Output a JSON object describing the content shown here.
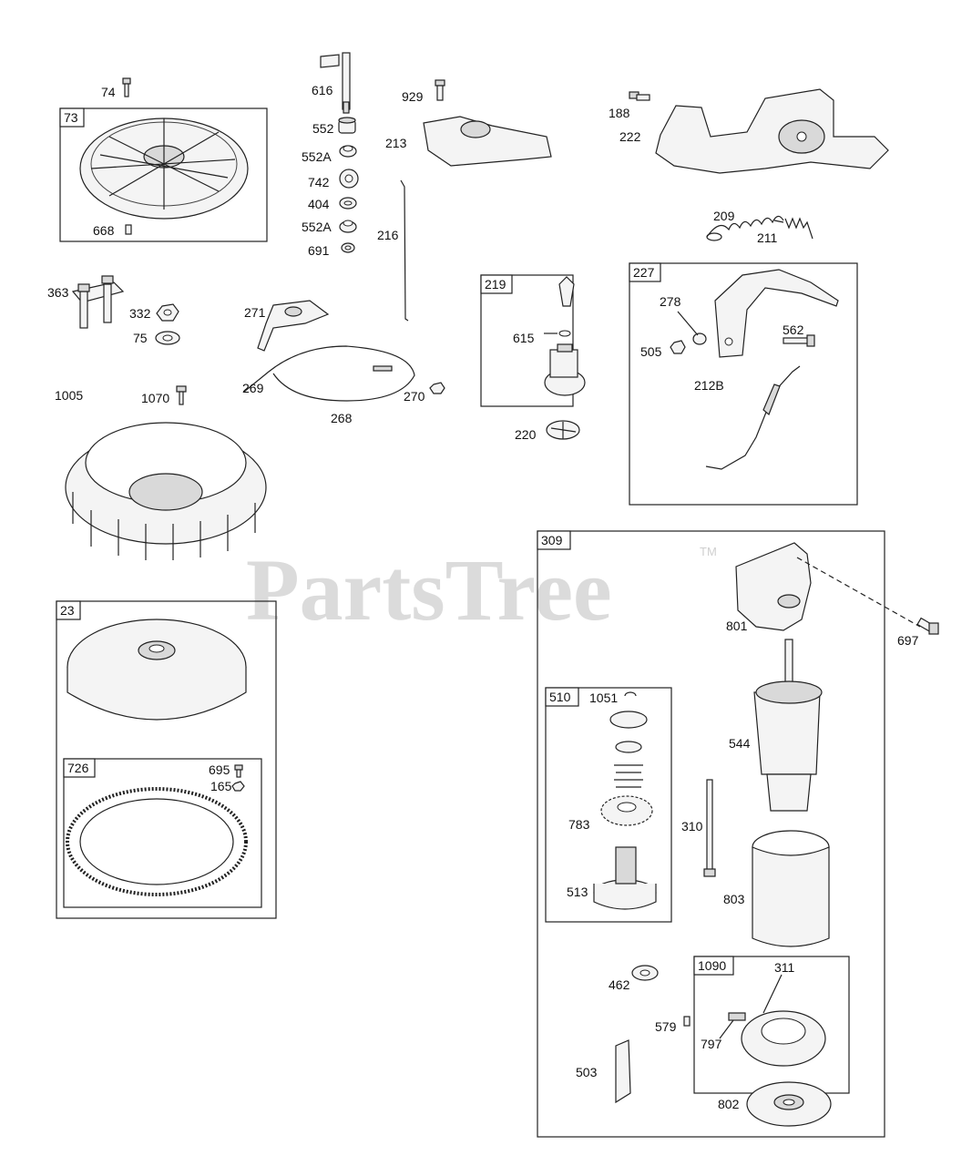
{
  "watermark": {
    "text": "PartsTree",
    "tm": "TM"
  },
  "boxes": [
    {
      "id": "73"
    },
    {
      "id": "219"
    },
    {
      "id": "227"
    },
    {
      "id": "23"
    },
    {
      "id": "726"
    },
    {
      "id": "309"
    },
    {
      "id": "510"
    },
    {
      "id": "1090"
    }
  ],
  "labels": {
    "p74": "74",
    "p616": "616",
    "p929": "929",
    "p188": "188",
    "p552": "552",
    "p552A1": "552A",
    "p742": "742",
    "p404": "404",
    "p552A2": "552A",
    "p691": "691",
    "p213": "213",
    "p222": "222",
    "p668": "668",
    "p216": "216",
    "p209": "209",
    "p211": "211",
    "p363": "363",
    "p332": "332",
    "p75": "75",
    "p271": "271",
    "p615": "615",
    "p278": "278",
    "p562": "562",
    "p505": "505",
    "p1070": "1070",
    "p269": "269",
    "p268": "268",
    "p270": "270",
    "p220": "220",
    "p212B": "212B",
    "p1005": "1005",
    "p801": "801",
    "p697": "697",
    "p1051": "1051",
    "p544": "544",
    "p695": "695",
    "p165": "165",
    "p310": "310",
    "p783": "783",
    "p513": "513",
    "p803": "803",
    "p311": "311",
    "p462": "462",
    "p579": "579",
    "p797": "797",
    "p503": "503",
    "p802": "802"
  }
}
